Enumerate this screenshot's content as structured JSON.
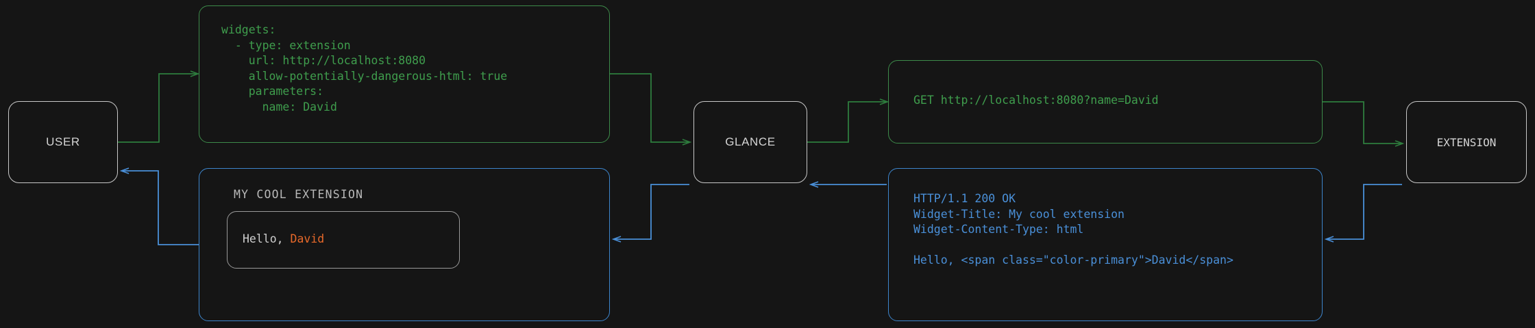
{
  "theme": {
    "background": "#151515",
    "node_border": "#c9c9c9",
    "node_text": "#d4d4d4",
    "request_green": "#3f9e4d",
    "response_blue": "#4a90d9",
    "accent_orange": "#e8692a",
    "widget_border": "#9a9a9a"
  },
  "nodes": {
    "user": {
      "label": "USER"
    },
    "glance": {
      "label": "GLANCE"
    },
    "extension": {
      "label": "EXTENSION"
    }
  },
  "panels": {
    "config": {
      "name": "glance-yaml-config",
      "color": "#3f9e4d",
      "text": "widgets:\n  - type: extension\n    url: http://localhost:8080\n    allow-potentially-dangerous-html: true\n    parameters:\n      name: David"
    },
    "request": {
      "name": "http-get-request",
      "color": "#3f9e4d",
      "text": "GET http://localhost:8080?name=David"
    },
    "response": {
      "name": "http-response",
      "color": "#4a90d9",
      "text": "HTTP/1.1 200 OK\nWidget-Title: My cool extension\nWidget-Content-Type: html\n\nHello, <span class=\"color-primary\">David</span>"
    },
    "widget": {
      "name": "rendered-widget",
      "color": "#4a90d9",
      "title": "MY COOL EXTENSION",
      "greeting": "Hello, ",
      "greeting_name": "David"
    }
  },
  "connectors": [
    {
      "name": "user-to-config",
      "color": "#3f9e4d",
      "direction": "forward"
    },
    {
      "name": "config-to-glance",
      "color": "#3f9e4d",
      "direction": "forward"
    },
    {
      "name": "glance-to-request",
      "color": "#3f9e4d",
      "direction": "forward"
    },
    {
      "name": "request-to-extension",
      "color": "#3f9e4d",
      "direction": "forward"
    },
    {
      "name": "extension-to-response",
      "color": "#4a90d9",
      "direction": "backward"
    },
    {
      "name": "response-to-glance",
      "color": "#4a90d9",
      "direction": "backward"
    },
    {
      "name": "glance-to-widget",
      "color": "#4a90d9",
      "direction": "backward"
    },
    {
      "name": "widget-to-user",
      "color": "#4a90d9",
      "direction": "backward"
    }
  ]
}
